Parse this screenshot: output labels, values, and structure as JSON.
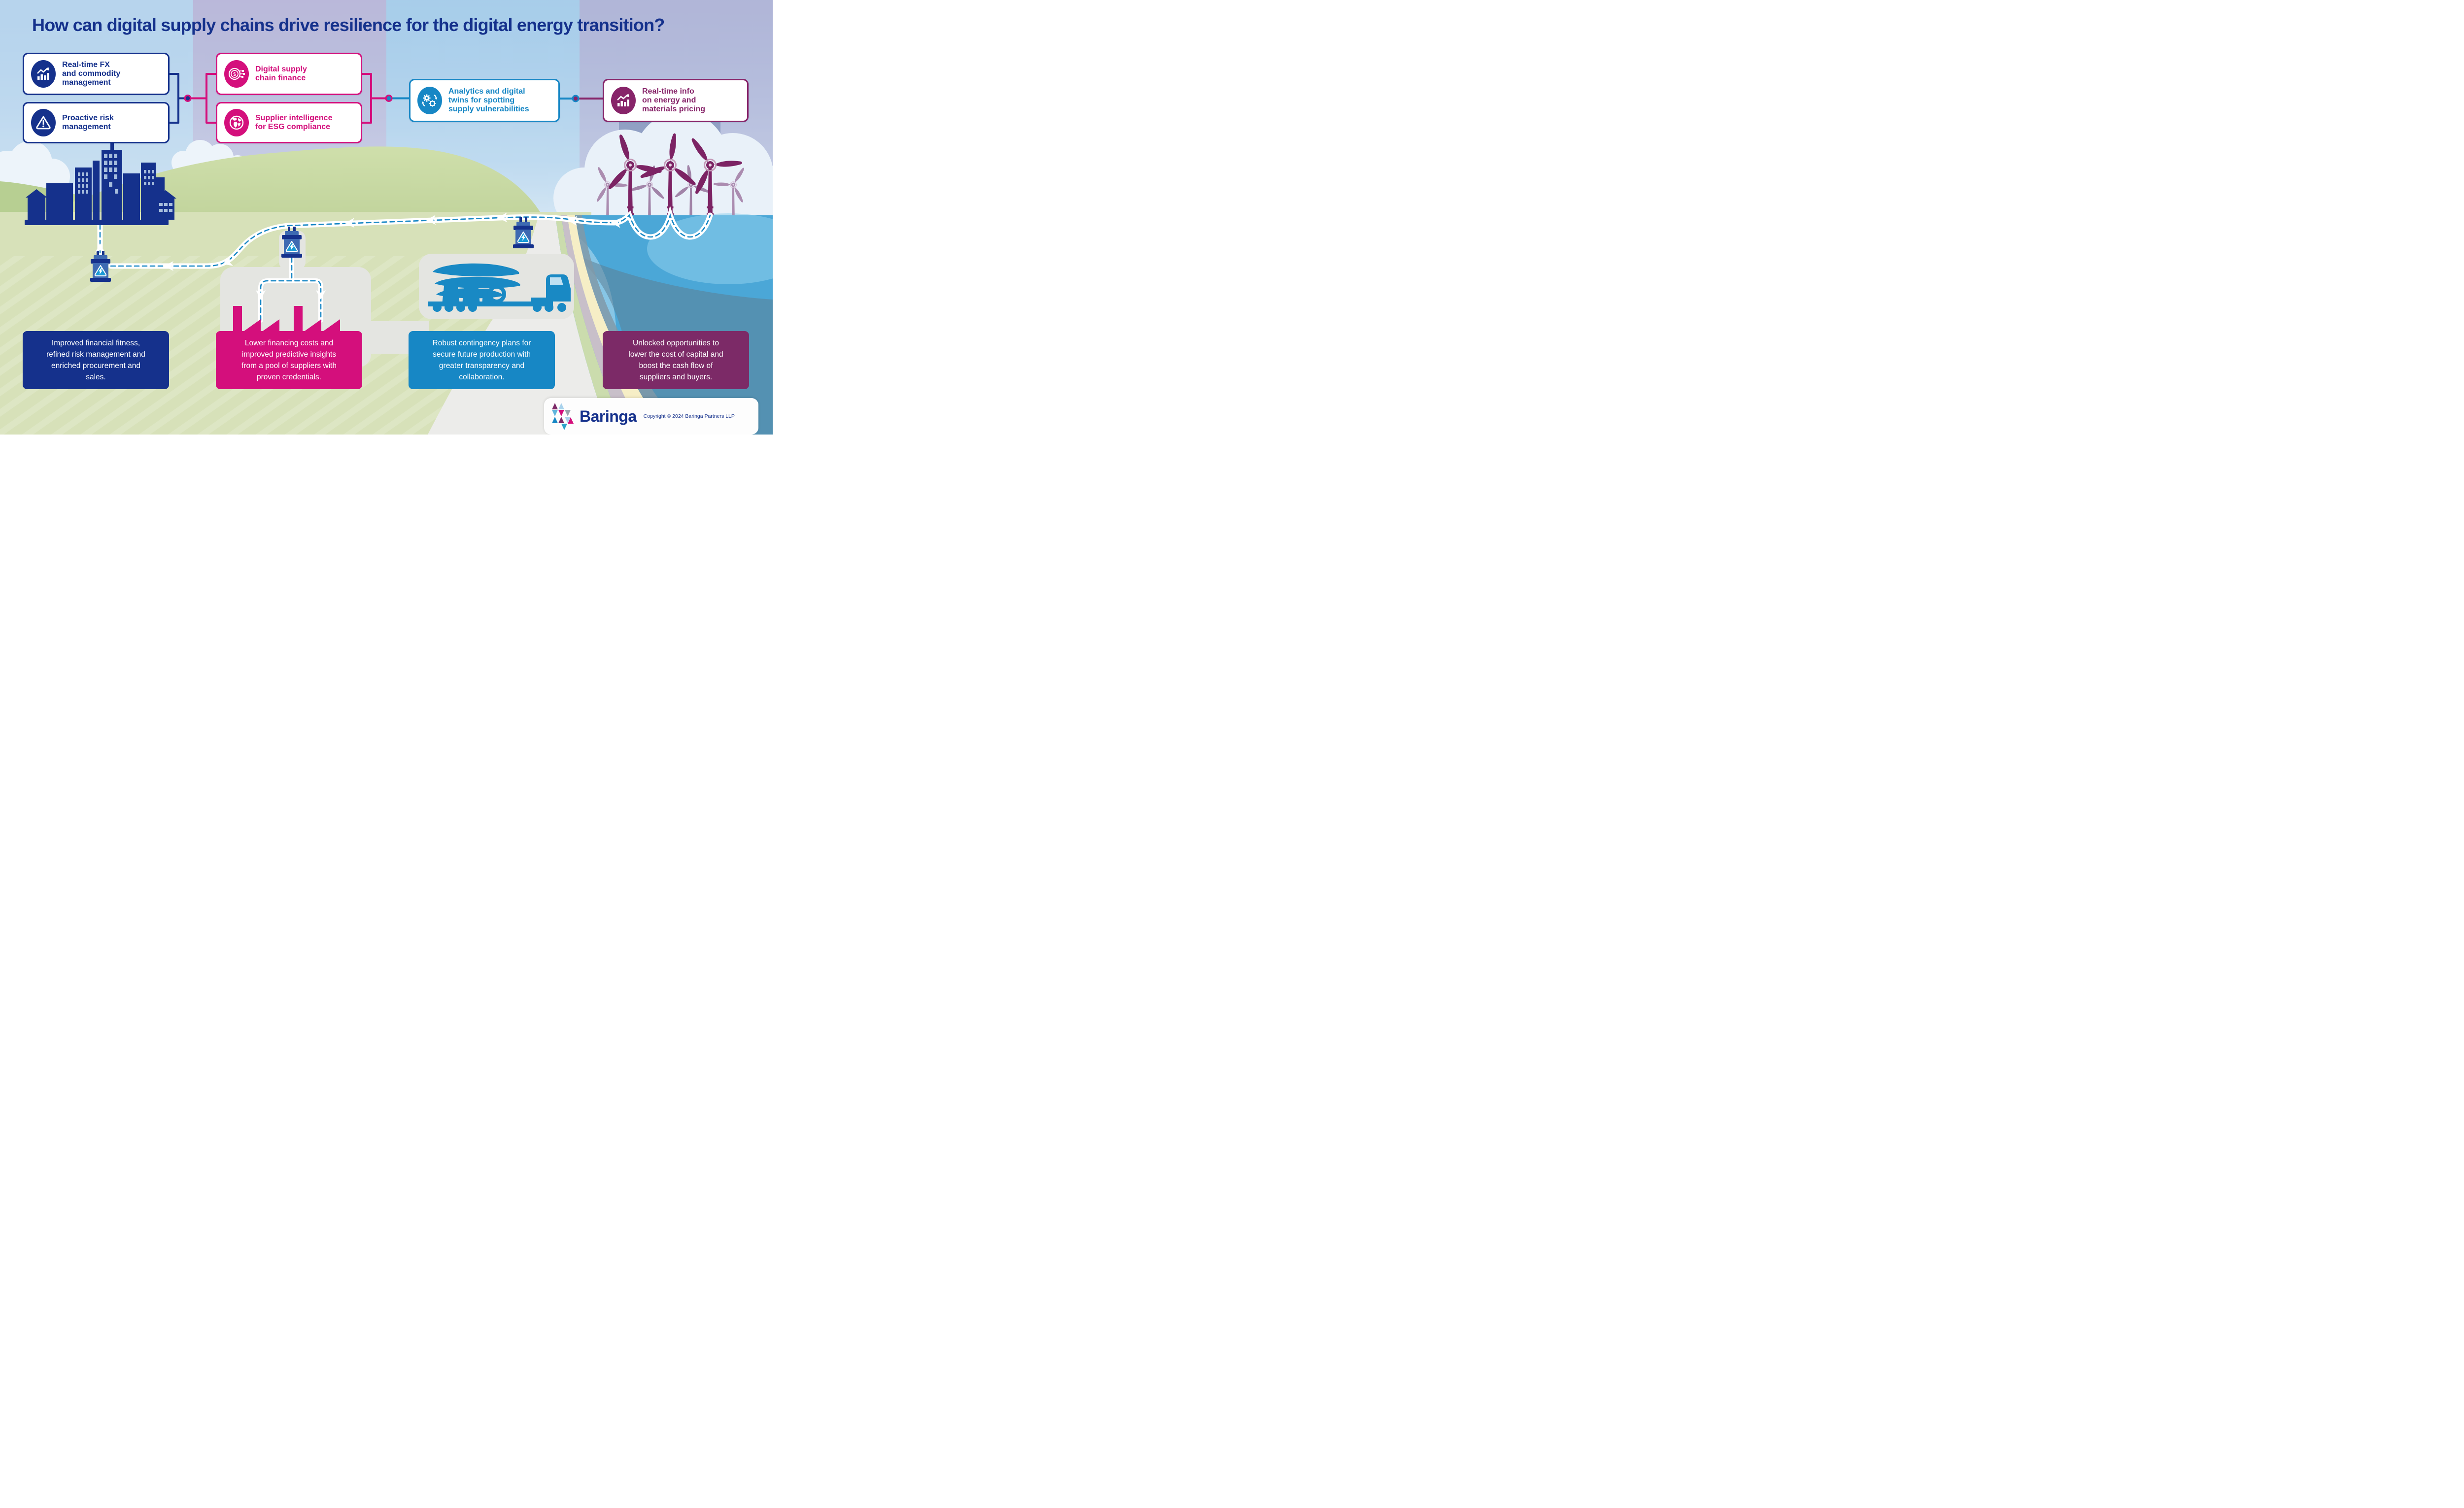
{
  "title": "How can digital supply chains drive resilience for the digital energy transition?",
  "colors": {
    "dark_blue": "#15318c",
    "pink": "#d40f7c",
    "light_blue": "#1787c5",
    "purple": "#872469",
    "purple_deep": "#7c2a67",
    "sky": "#aecde9",
    "grass": "#d7e1b9",
    "sea": "#4ba7d7"
  },
  "capabilities": [
    {
      "label": "Real-time FX\nand commodity\nmanagement",
      "icon": "chart-growth-icon",
      "color": "#15318c"
    },
    {
      "label": "Proactive risk\nmanagement",
      "icon": "warning-icon",
      "color": "#15318c"
    },
    {
      "label": "Digital supply\nchain finance",
      "icon": "coin-circuit-icon",
      "color": "#d40f7c"
    },
    {
      "label": "Supplier intelligence\nfor ESG compliance",
      "icon": "globe-icon",
      "color": "#d40f7c"
    },
    {
      "label": "Analytics and digital\ntwins for spotting\nsupply vulnerabilities",
      "icon": "gears-sync-icon",
      "color": "#1787c5"
    },
    {
      "label": "Real-time info\non energy and\nmaterials pricing",
      "icon": "chart-growth-icon",
      "color": "#872469"
    }
  ],
  "outcomes": [
    {
      "text": "Improved financial fitness,\nrefined risk management and\nenriched procurement and\nsales.",
      "color": "#15318c"
    },
    {
      "text": "Lower financing costs and\nimproved predictive insights\nfrom a pool of suppliers with\nproven credentials.",
      "color": "#d40f7c"
    },
    {
      "text": "Robust contingency plans for\nsecure future production with\ngreater transparency and\ncollaboration.",
      "color": "#1787c5"
    },
    {
      "text": "Unlocked opportunities to\nlower the cost of capital and\nboost the cash flow of\nsuppliers and buyers.",
      "color": "#7c2a67"
    }
  ],
  "footer": {
    "brand": "Baringa",
    "copyright": "Copyright © 2024 Baringa Partners LLP"
  }
}
